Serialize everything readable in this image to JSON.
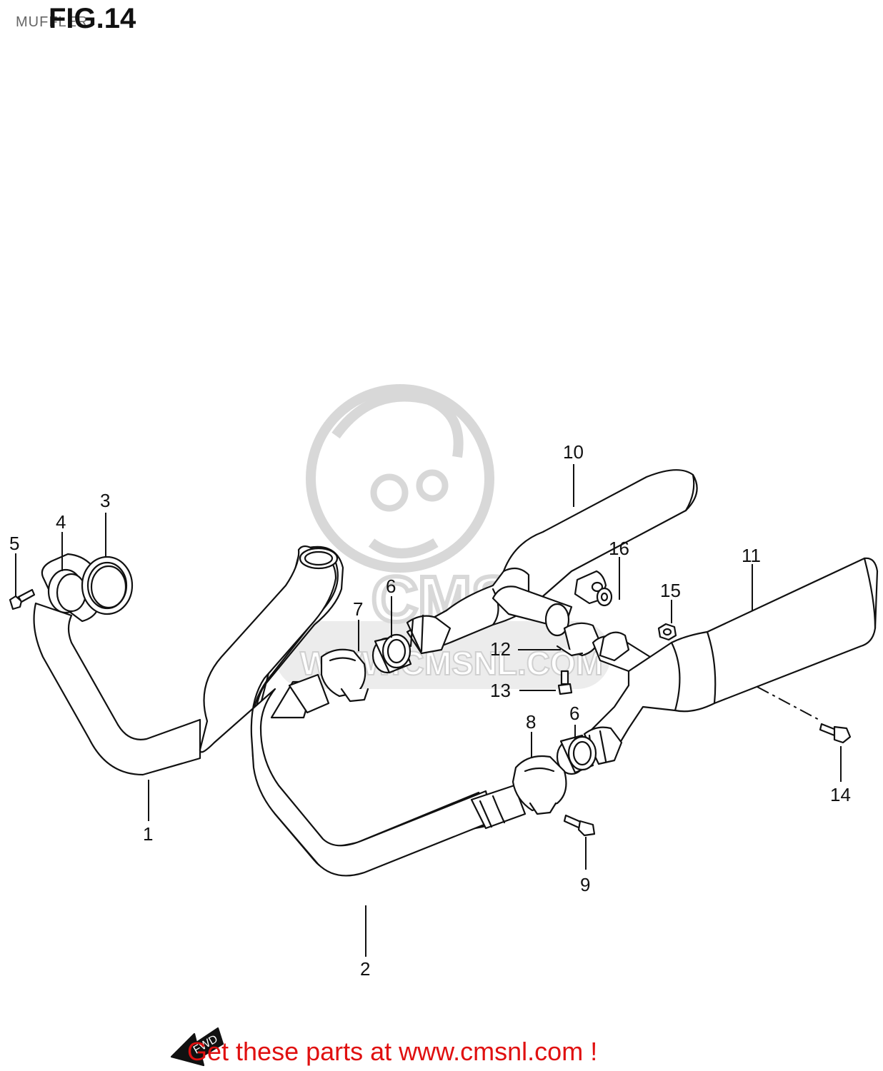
{
  "header": {
    "title": "FIG.14",
    "subtitle": "MUFFLER"
  },
  "callouts": [
    {
      "id": "1",
      "label": "1"
    },
    {
      "id": "2",
      "label": "2"
    },
    {
      "id": "3",
      "label": "3"
    },
    {
      "id": "4",
      "label": "4"
    },
    {
      "id": "5",
      "label": "5"
    },
    {
      "id": "6a",
      "label": "6"
    },
    {
      "id": "6b",
      "label": "6"
    },
    {
      "id": "7",
      "label": "7"
    },
    {
      "id": "8",
      "label": "8"
    },
    {
      "id": "9",
      "label": "9"
    },
    {
      "id": "10",
      "label": "10"
    },
    {
      "id": "11",
      "label": "11"
    },
    {
      "id": "12",
      "label": "12"
    },
    {
      "id": "13",
      "label": "13"
    },
    {
      "id": "14",
      "label": "14"
    },
    {
      "id": "15",
      "label": "15"
    },
    {
      "id": "16",
      "label": "16"
    }
  ],
  "watermark": {
    "brand": "CMS",
    "url": "WWW.CMSNL.COM"
  },
  "fwd_label": "FWD",
  "footer": {
    "text": "Get these parts at www.cmsnl.com !"
  },
  "colors": {
    "line": "#111111",
    "watermark": "#d8d8d8",
    "footer": "#e01010"
  }
}
